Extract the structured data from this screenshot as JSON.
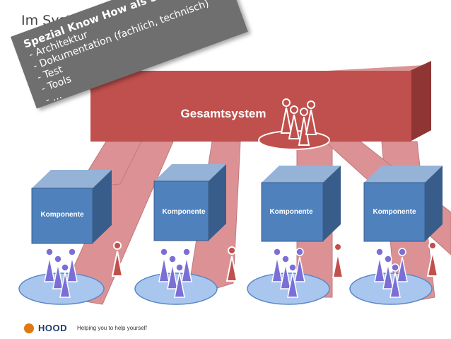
{
  "slide_title": "Im Systemkontext?",
  "note": {
    "heading": "Spezial Know How als Service für Teams",
    "items": [
      "- Architektur",
      "- Dokumentation (fachlich, technisch)",
      "- Test",
      "- Tools",
      "- …"
    ]
  },
  "system": {
    "label": "Gesamtsystem"
  },
  "components": [
    {
      "label": "Komponente"
    },
    {
      "label": "Komponente"
    },
    {
      "label": "Komponente"
    },
    {
      "label": "Komponente"
    }
  ],
  "footer": {
    "logo": "HOOD",
    "tagline": "Helping you to help yourself"
  },
  "colors": {
    "system_front": "#c0504d",
    "system_top": "#d99593",
    "system_side": "#8f3533",
    "beam": "#d9878a",
    "cube_front": "#4f81bd",
    "cube_top": "#95b3d7",
    "cube_side": "#385d8a",
    "figure": "#7b6fd6",
    "platform": "#a9c7ee",
    "note_bg": "#6f6f6f"
  }
}
